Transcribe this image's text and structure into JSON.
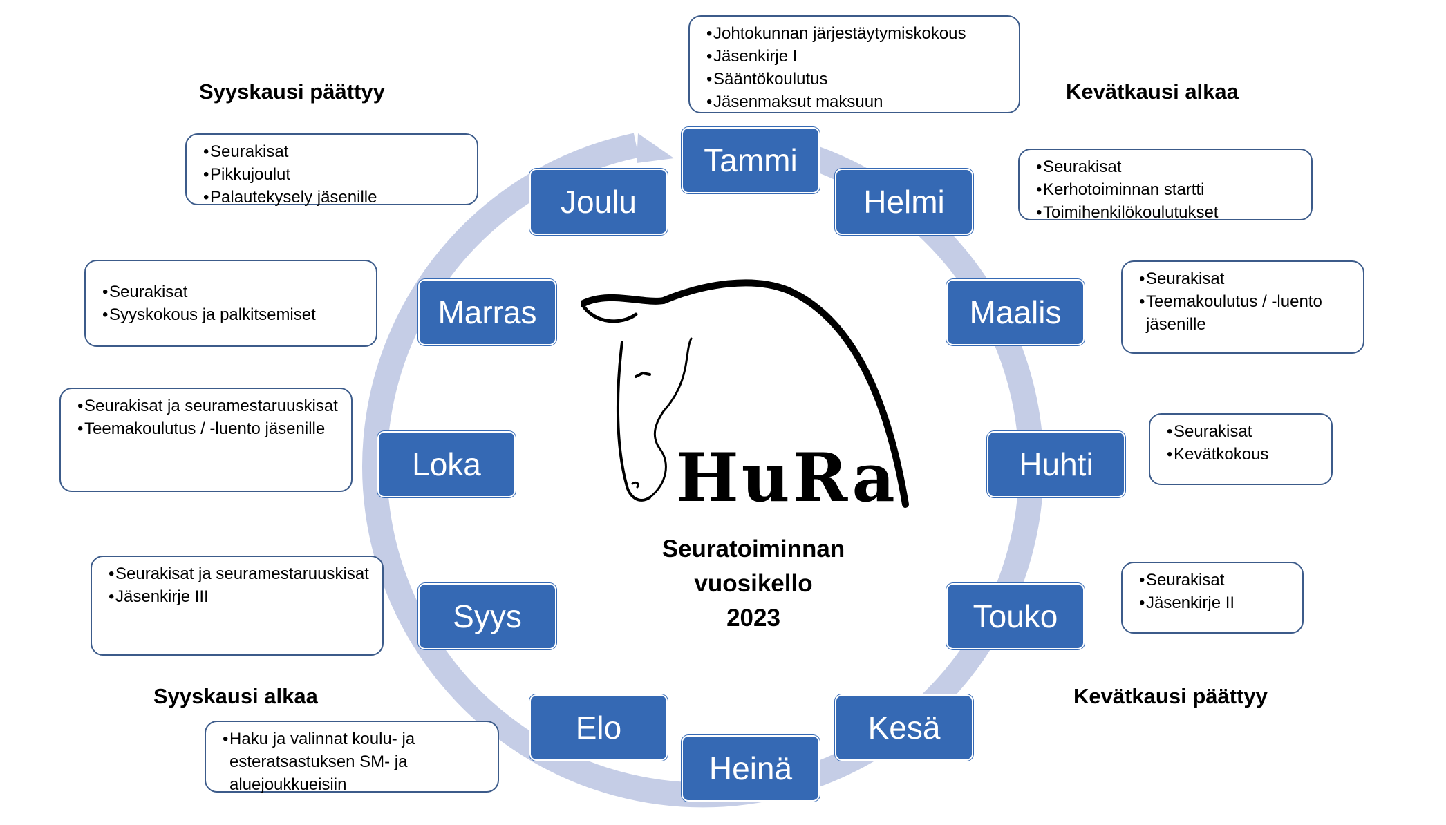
{
  "title": {
    "line1": "Seuratoiminnan",
    "line2": "vuosikello",
    "line3": "2023"
  },
  "logo_text": "HuRa",
  "colors": {
    "month_fill": "#3569b4",
    "ring": "#c5cde6",
    "note_border": "#3c5b8a"
  },
  "seasons": {
    "syyskausi_paattyy": "Syyskausi päättyy",
    "kevatkausi_alkaa": "Kevätkausi alkaa",
    "syyskausi_alkaa": "Syyskausi alkaa",
    "kevatkausi_paattyy": "Kevätkausi päättyy"
  },
  "months": {
    "tammi": "Tammi",
    "helmi": "Helmi",
    "maalis": "Maalis",
    "huhti": "Huhti",
    "touko": "Touko",
    "kesa": "Kesä",
    "heina": "Heinä",
    "elo": "Elo",
    "syys": "Syys",
    "loka": "Loka",
    "marras": "Marras",
    "joulu": "Joulu"
  },
  "notes": {
    "tammi": [
      "Johtokunnan järjestäytymiskokous",
      "Jäsenkirje I",
      "Sääntökoulutus",
      "Jäsenmaksut maksuun"
    ],
    "helmi": [
      "Seurakisat",
      "Kerhotoiminnan startti",
      "Toimihenkilökoulutukset"
    ],
    "maalis": [
      "Seurakisat",
      "Teemakoulutus / -luento jäsenille"
    ],
    "huhti": [
      "Seurakisat",
      "Kevätkokous"
    ],
    "touko": [
      "Seurakisat",
      "Jäsenkirje II"
    ],
    "elo": [
      "Haku ja valinnat koulu- ja esteratsastuksen SM- ja aluejoukkueisiin"
    ],
    "syys": [
      "Seurakisat ja seuramestaruuskisat",
      "Jäsenkirje III"
    ],
    "loka": [
      "Seurakisat ja seuramestaruuskisat",
      "Teemakoulutus / -luento jäsenille"
    ],
    "marras": [
      "Seurakisat",
      "Syyskokous ja palkitsemiset"
    ],
    "joulu": [
      "Seurakisat",
      "Pikkujoulut",
      "Palautekysely jäsenille"
    ]
  }
}
